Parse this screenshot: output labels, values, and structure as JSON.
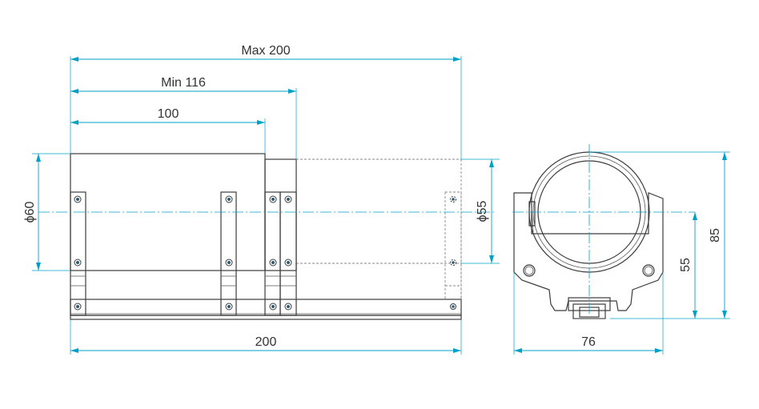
{
  "dimensions": {
    "max_length": "Max 200",
    "min_length": "Min 116",
    "section_length": "100",
    "outer_diameter": "ϕ60",
    "inner_diameter": "ϕ55",
    "base_length": "200",
    "base_width": "76",
    "height_total": "85",
    "height_axis": "55"
  },
  "colors": {
    "dimension": "#00a0c8",
    "outline": "#3c3c3c",
    "hidden": "#8a8a8a"
  }
}
